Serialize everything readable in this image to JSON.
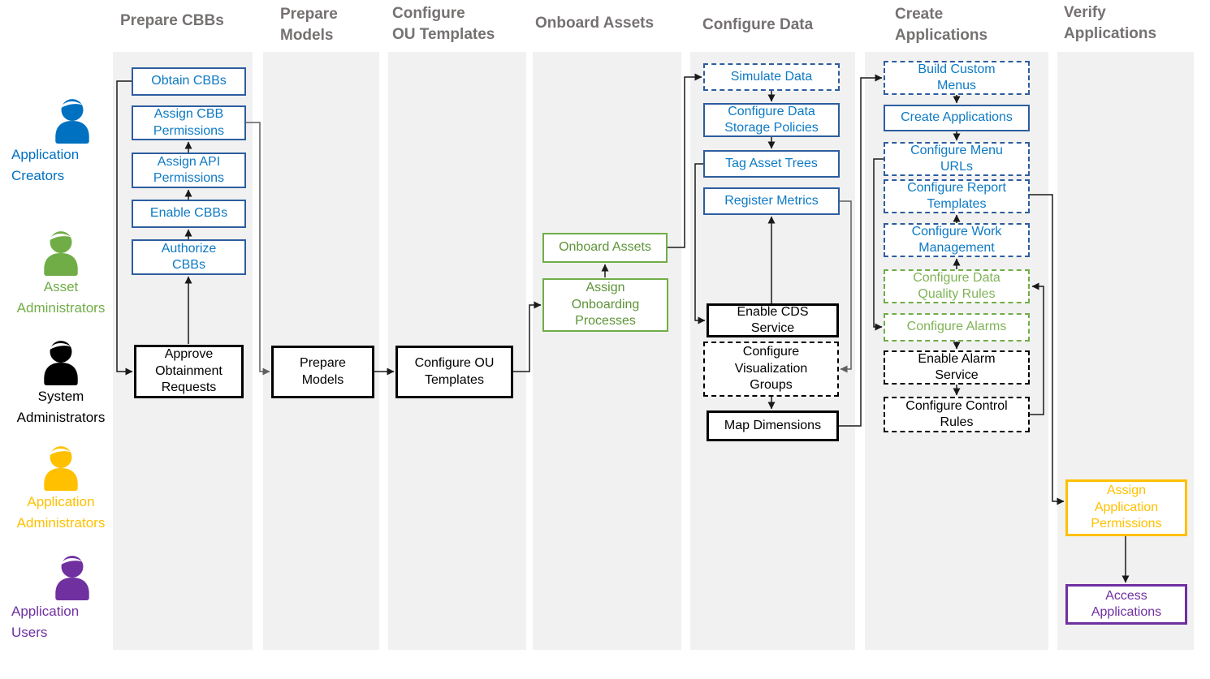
{
  "headers": [
    {
      "label": "Prepare CBBs"
    },
    {
      "label": "Prepare\nModels"
    },
    {
      "label": "Configure\nOU  Templates"
    },
    {
      "label": "Onboard Assets"
    },
    {
      "label": "Configure Data"
    },
    {
      "label": "Create\nApplications"
    },
    {
      "label": "Verify\nApplications"
    }
  ],
  "roles": [
    {
      "label": "Application\nCreators",
      "color": "#0070C0"
    },
    {
      "label": "Asset\nAdministrators",
      "color": "#70AD47"
    },
    {
      "label": "System\nAdministrators",
      "color": "#000000"
    },
    {
      "label": "Application\nAdministrators",
      "color": "#FFC000"
    },
    {
      "label": "Application\nUsers",
      "color": "#7030A0"
    }
  ],
  "boxes": {
    "obtain_cbbs": {
      "label": "Obtain CBBs",
      "style": "blue-solid"
    },
    "assign_cbb_permissions": {
      "label": "Assign CBB\nPermissions",
      "style": "blue-solid"
    },
    "assign_api_permissions": {
      "label": "Assign API\nPermissions",
      "style": "blue-solid"
    },
    "enable_cbbs": {
      "label": "Enable CBBs",
      "style": "blue-solid"
    },
    "authorize_cbbs": {
      "label": "Authorize\nCBBs",
      "style": "blue-solid"
    },
    "approve_obtainment_requests": {
      "label": "Approve\nObtainment\nRequests",
      "style": "black-solid"
    },
    "prepare_models": {
      "label": "Prepare\nModels",
      "style": "black-solid"
    },
    "configure_ou_templates": {
      "label": "Configure OU\nTemplates",
      "style": "black-solid"
    },
    "onboard_assets": {
      "label": "Onboard Assets",
      "style": "green-solid"
    },
    "assign_onboarding_processes": {
      "label": "Assign\nOnboarding\nProcesses",
      "style": "green-solid"
    },
    "simulate_data": {
      "label": "Simulate Data",
      "style": "blue-dash"
    },
    "configure_data_storage_policies": {
      "label": "Configure Data\nStorage Policies",
      "style": "blue-solid"
    },
    "tag_asset_trees": {
      "label": "Tag Asset Trees",
      "style": "blue-solid"
    },
    "register_metrics": {
      "label": "Register Metrics",
      "style": "blue-solid"
    },
    "enable_cds_service": {
      "label": "Enable CDS\nService",
      "style": "black-solid"
    },
    "configure_visualization_groups": {
      "label": "Configure\nVisualization\nGroups",
      "style": "black-dash"
    },
    "map_dimensions": {
      "label": "Map Dimensions",
      "style": "black-solid"
    },
    "build_custom_menus": {
      "label": "Build Custom\nMenus",
      "style": "blue-dash"
    },
    "create_applications": {
      "label": "Create Applications",
      "style": "blue-solid"
    },
    "configure_menu_urls": {
      "label": "Configure Menu\nURLs",
      "style": "blue-dash"
    },
    "configure_report_templates": {
      "label": "Configure Report\nTemplates",
      "style": "blue-dash"
    },
    "configure_work_management": {
      "label": "Configure Work\nManagement",
      "style": "blue-dash"
    },
    "configure_data_quality_rules": {
      "label": "Configure Data\nQuality Rules",
      "style": "green-dash"
    },
    "configure_alarms": {
      "label": "Configure Alarms",
      "style": "green-dash"
    },
    "enable_alarm_service": {
      "label": "Enable Alarm\nService",
      "style": "black-dash"
    },
    "configure_control_rules": {
      "label": "Configure Control\nRules",
      "style": "black-dash"
    },
    "assign_application_permissions": {
      "label": "Assign\nApplication\nPermissions",
      "style": "yellow-solid"
    },
    "access_applications": {
      "label": "Access\nApplications",
      "style": "purple-solid"
    }
  },
  "colors": {
    "blue_border": "#2d5d9f",
    "blue_text": "#0d7ac4",
    "green": "#70AD47",
    "yellow": "#FFC000",
    "purple": "#7030A0",
    "black": "#000000",
    "header_gray": "#767171",
    "lane_background": "#f1f1f1"
  }
}
